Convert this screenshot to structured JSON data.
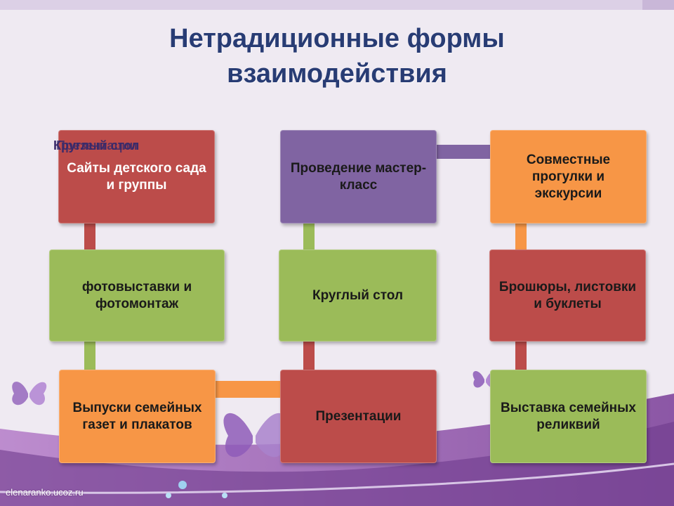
{
  "slide": {
    "title_line1": "Нетрадиционные формы",
    "title_line2": "взаимодействия",
    "overlap_text_a": "Круглый стол",
    "overlap_text_b": "Презентации",
    "footer": "elenaranko.ucoz.ru"
  },
  "boxes": {
    "sites": "Сайты детского сада и группы",
    "photo": "фотовыставки и фотомонтаж",
    "newspapers": "Выпуски семейных газет и плакатов",
    "masterclass": "Проведение мастер-класс",
    "roundtable": "Круглый стол",
    "presentations": "Презентации",
    "walks": "Совместные прогулки и экскурсии",
    "brochures": "Брошюры, листовки и буклеты",
    "relics": "Выставка семейных реликвий"
  },
  "colors": {
    "red": "#bc4c4a",
    "green": "#9bbb59",
    "orange": "#f79646",
    "purple": "#8064a2",
    "title": "#283c74"
  },
  "icons": [
    "butterfly-icon",
    "flower-icon"
  ]
}
